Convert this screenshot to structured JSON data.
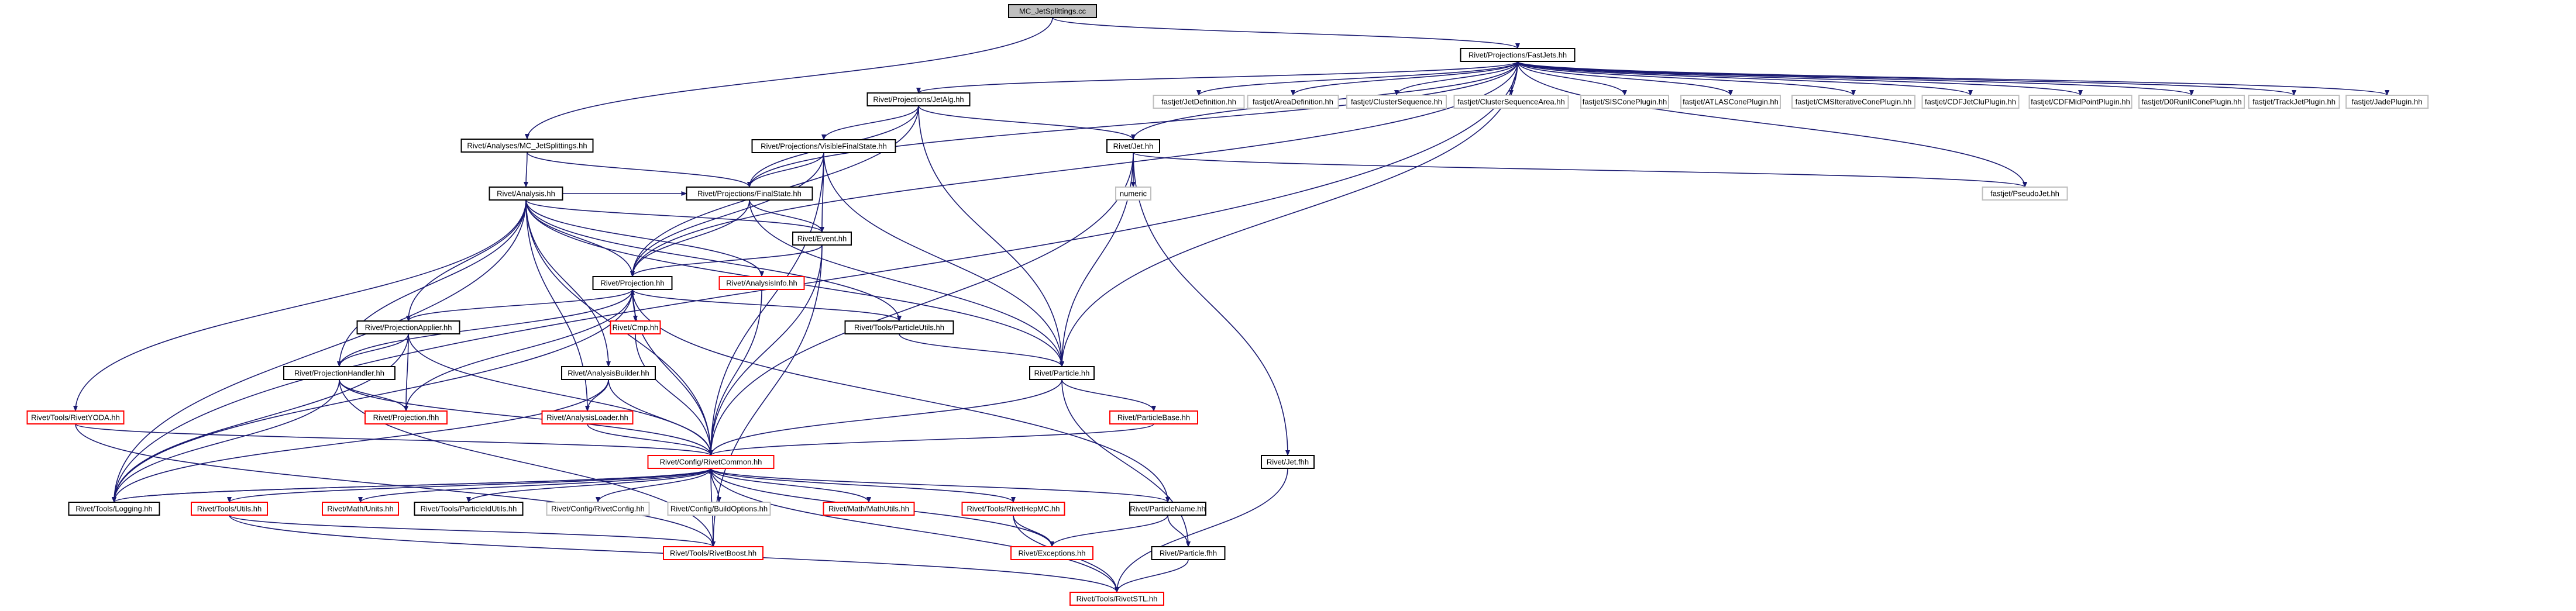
{
  "title": "MC_JetSplittings.cc",
  "colors": {
    "edge": "#191970",
    "root_fill": "#bfbfbf",
    "normal_border": "#000000",
    "red_border": "#ff0000",
    "leaf_border": "#bfbfbf",
    "text": "#000000"
  },
  "nodes": {
    "root": {
      "label": "MC_JetSplittings.cc",
      "kind": "root"
    },
    "fastjets": {
      "label": "Rivet/Projections/FastJets.hh",
      "kind": "normal"
    },
    "mc_jetsplit_hh": {
      "label": "Rivet/Analyses/MC_JetSplittings.hh",
      "kind": "normal"
    },
    "jetalg": {
      "label": "Rivet/Projections/JetAlg.hh",
      "kind": "normal"
    },
    "fj_jetdef": {
      "label": "fastjet/JetDefinition.hh",
      "kind": "leaf"
    },
    "fj_areadef": {
      "label": "fastjet/AreaDefinition.hh",
      "kind": "leaf"
    },
    "fj_clusterseq": {
      "label": "fastjet/ClusterSequence.hh",
      "kind": "leaf"
    },
    "fj_clusterseqarea": {
      "label": "fastjet/ClusterSequenceArea.hh",
      "kind": "leaf"
    },
    "fj_siscone": {
      "label": "fastjet/SISConePlugin.hh",
      "kind": "leaf"
    },
    "fj_atlascone": {
      "label": "fastjet/ATLASConePlugin.hh",
      "kind": "leaf"
    },
    "fj_cmsiter": {
      "label": "fastjet/CMSIterativeConePlugin.hh",
      "kind": "leaf"
    },
    "fj_cdfjetclu": {
      "label": "fastjet/CDFJetCluPlugin.hh",
      "kind": "leaf"
    },
    "fj_cdfmidpoint": {
      "label": "fastjet/CDFMidPointPlugin.hh",
      "kind": "leaf"
    },
    "fj_d0run": {
      "label": "fastjet/D0RunIIConePlugin.hh",
      "kind": "leaf"
    },
    "fj_trackjet": {
      "label": "fastjet/TrackJetPlugin.hh",
      "kind": "leaf"
    },
    "fj_jade": {
      "label": "fastjet/JadePlugin.hh",
      "kind": "leaf"
    },
    "visiblefs": {
      "label": "Rivet/Projections/VisibleFinalState.hh",
      "kind": "normal"
    },
    "jet": {
      "label": "Rivet/Jet.hh",
      "kind": "normal"
    },
    "analysis": {
      "label": "Rivet/Analysis.hh",
      "kind": "normal"
    },
    "finalstate": {
      "label": "Rivet/Projections/FinalState.hh",
      "kind": "normal"
    },
    "numeric": {
      "label": "numeric",
      "kind": "leaf"
    },
    "pseudojet": {
      "label": "fastjet/PseudoJet.hh",
      "kind": "leaf"
    },
    "event": {
      "label": "Rivet/Event.hh",
      "kind": "normal"
    },
    "projection": {
      "label": "Rivet/Projection.hh",
      "kind": "normal"
    },
    "analysisinfo": {
      "label": "Rivet/AnalysisInfo.hh",
      "kind": "red"
    },
    "cmp": {
      "label": "Rivet/Cmp.hh",
      "kind": "red"
    },
    "projapplier": {
      "label": "Rivet/ProjectionApplier.hh",
      "kind": "normal"
    },
    "particleutils": {
      "label": "Rivet/Tools/ParticleUtils.hh",
      "kind": "normal"
    },
    "projhandler": {
      "label": "Rivet/ProjectionHandler.hh",
      "kind": "normal"
    },
    "analysisbuilder": {
      "label": "Rivet/AnalysisBuilder.hh",
      "kind": "normal"
    },
    "particle": {
      "label": "Rivet/Particle.hh",
      "kind": "normal"
    },
    "rivetyoda": {
      "label": "Rivet/Tools/RivetYODA.hh",
      "kind": "red"
    },
    "projectionfhh": {
      "label": "Rivet/Projection.fhh",
      "kind": "red"
    },
    "analysisloader": {
      "label": "Rivet/AnalysisLoader.hh",
      "kind": "red"
    },
    "particlebase": {
      "label": "Rivet/ParticleBase.hh",
      "kind": "red"
    },
    "jetfhh": {
      "label": "Rivet/Jet.fhh",
      "kind": "normal"
    },
    "rivetcommon": {
      "label": "Rivet/Config/RivetCommon.hh",
      "kind": "red"
    },
    "logging": {
      "label": "Rivet/Tools/Logging.hh",
      "kind": "normal"
    },
    "utils": {
      "label": "Rivet/Tools/Utils.hh",
      "kind": "red"
    },
    "mathunits": {
      "label": "Rivet/Math/Units.hh",
      "kind": "red"
    },
    "particleidutils": {
      "label": "Rivet/Tools/ParticleIdUtils.hh",
      "kind": "normal"
    },
    "rivetconfig": {
      "label": "Rivet/Config/RivetConfig.hh",
      "kind": "leaf"
    },
    "buildoptions": {
      "label": "Rivet/Config/BuildOptions.hh",
      "kind": "leaf"
    },
    "mathutils": {
      "label": "Rivet/Math/MathUtils.hh",
      "kind": "red"
    },
    "rivethepmc": {
      "label": "Rivet/Tools/RivetHepMC.hh",
      "kind": "red"
    },
    "particlename": {
      "label": "Rivet/ParticleName.hh",
      "kind": "normal"
    },
    "rivetboost": {
      "label": "Rivet/Tools/RivetBoost.hh",
      "kind": "red"
    },
    "exceptions": {
      "label": "Rivet/Exceptions.hh",
      "kind": "red"
    },
    "particlefhh": {
      "label": "Rivet/Particle.fhh",
      "kind": "normal"
    },
    "rivetstl": {
      "label": "Rivet/Tools/RivetSTL.hh",
      "kind": "red"
    }
  }
}
